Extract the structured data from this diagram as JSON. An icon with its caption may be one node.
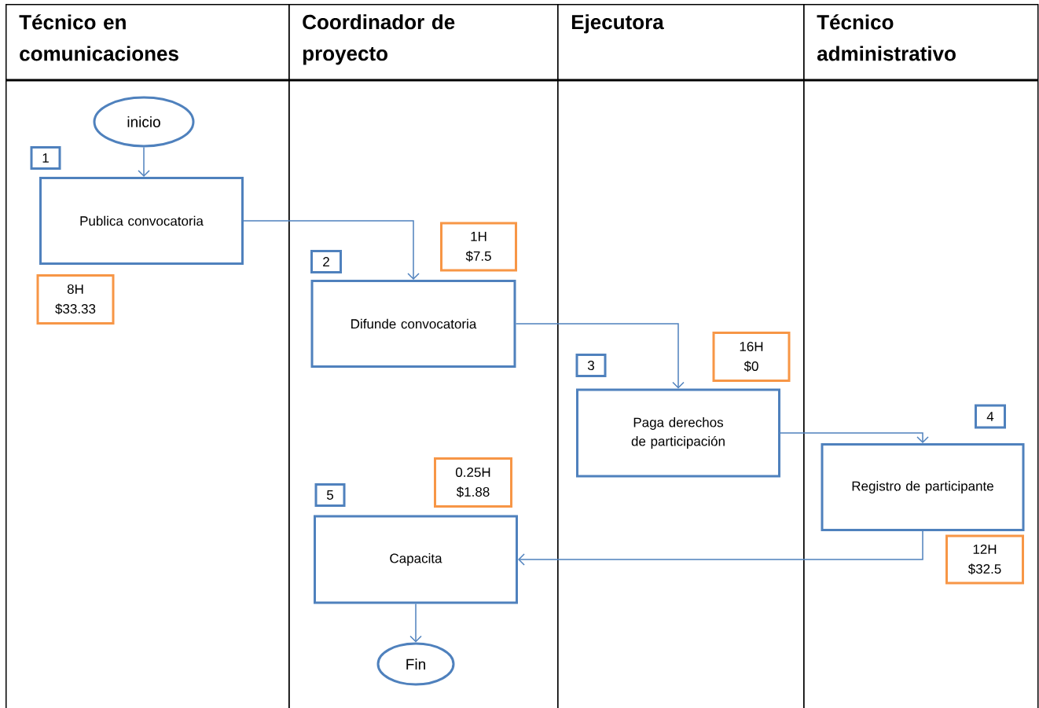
{
  "diagram": {
    "nodes": [
      {
        "text": [
          "Técnico en comunicaciones"
        ]
      },
      {
        "text": [
          "Coordinador de proyecto"
        ]
      },
      {
        "text": [
          "Ejecutora"
        ]
      },
      {
        "text": [
          "Técnico administrativo"
        ]
      },
      {
        "text": [
          "inicio"
        ],
        "in": 0
      },
      {
        "text": [
          "1"
        ],
        "in": 0
      },
      {
        "text": [
          "Publica convocatoria"
        ],
        "in": 0
      },
      {
        "text": [
          "8H",
          "$33.33"
        ],
        "in": 0
      },
      {
        "text": [
          "1H",
          "$7.5"
        ],
        "in": 1
      },
      {
        "text": [
          "2"
        ],
        "in": 1
      },
      {
        "text": [
          "Difunde convocatoria"
        ],
        "in": 1
      },
      {
        "text": [
          "16H",
          "$0"
        ],
        "in": 2
      },
      {
        "text": [
          "3"
        ],
        "in": 2
      },
      {
        "text": [
          "Paga derechos de participación"
        ],
        "in": 2
      },
      {
        "text": [
          "4"
        ],
        "in": 3
      },
      {
        "text": [
          "Registro de participante"
        ],
        "in": 3
      },
      {
        "text": [
          "0.25H",
          "$1.88"
        ],
        "in": 1
      },
      {
        "text": [
          "5"
        ],
        "in": 1
      },
      {
        "text": [
          "Capacita"
        ],
        "in": 1
      },
      {
        "text": [
          "12H",
          "$32.5"
        ],
        "in": 3
      },
      {
        "text": [
          "Fin"
        ],
        "in": 1
      }
    ],
    "edges": [
      {
        "from": 4,
        "to": 6,
        "arrow": "to"
      },
      {
        "from": 6,
        "to": 10,
        "arrow": "to"
      },
      {
        "from": 10,
        "to": 13,
        "arrow": "to"
      },
      {
        "from": 13,
        "to": 15,
        "arrow": "to"
      },
      {
        "from": 15,
        "to": 18,
        "arrow": "to"
      },
      {
        "from": 18,
        "to": 20,
        "arrow": "to"
      }
    ]
  }
}
